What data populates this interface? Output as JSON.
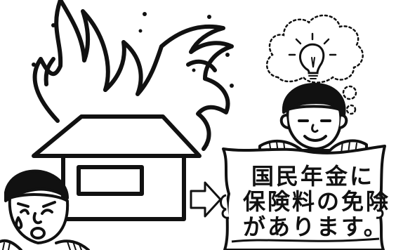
{
  "illustration": {
    "left_panel": "house-fire",
    "connector": "arrow-right-icon",
    "right_panel": "man-holding-sign-with-idea"
  },
  "sign": {
    "line1": "国民年金に",
    "line2": "保険料の免除",
    "line3": "があります。"
  },
  "colors": {
    "ink": "#111111",
    "paper": "#ffffff"
  }
}
